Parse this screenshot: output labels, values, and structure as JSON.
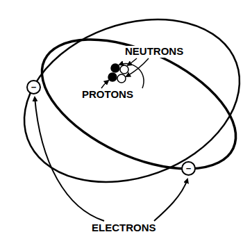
{
  "diagram": {
    "nodes": [
      {
        "text": [
          "−"
        ]
      },
      {
        "text": [
          "−"
        ]
      }
    ],
    "labels": [
      "NEUTRONS",
      "PROTONS",
      "ELECTRONS"
    ]
  }
}
